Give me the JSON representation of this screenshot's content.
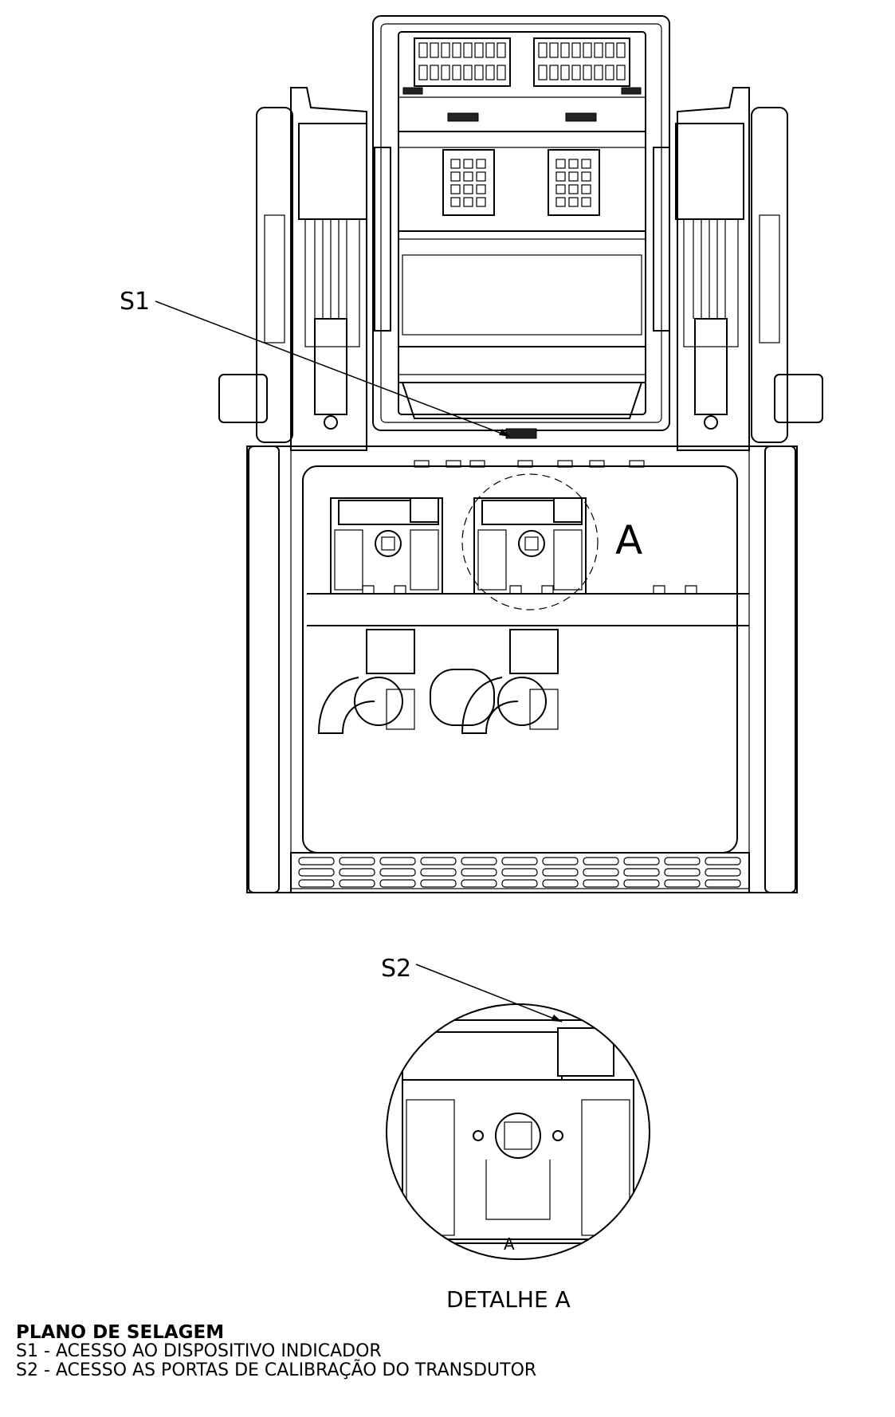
{
  "labels": {
    "s1": "S1",
    "s2": "S2",
    "a_marker": "A",
    "detail_title": "DETALHE A",
    "small_a": "A"
  },
  "legend": {
    "title": "PLANO DE SELAGEM",
    "items": [
      "S1 - ACESSO AO DISPOSITIVO INDICADOR",
      "S2 - ACESSO AS PORTAS DE CALIBRAÇÃO DO TRANSDUTOR"
    ]
  }
}
